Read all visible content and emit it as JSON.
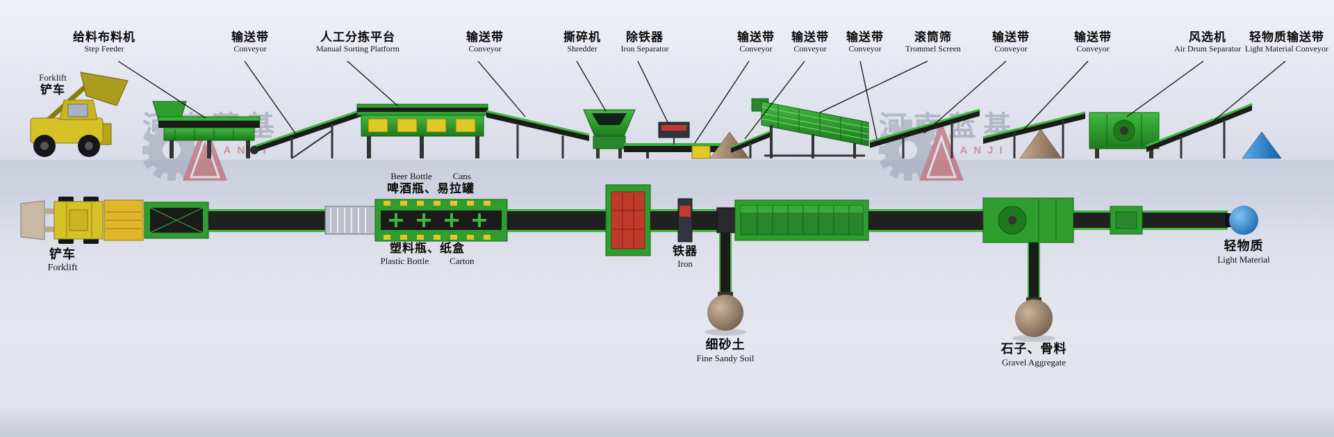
{
  "watermark": {
    "cn": "河南蓝基",
    "en": "HENANLANJI"
  },
  "callouts": [
    {
      "cn": "给料布料机",
      "en": "Step Feeder"
    },
    {
      "cn": "输送带",
      "en": "Conveyor"
    },
    {
      "cn": "人工分拣平台",
      "en": "Manual Sorting Platform"
    },
    {
      "cn": "输送带",
      "en": "Conveyor"
    },
    {
      "cn": "撕碎机",
      "en": "Shredder"
    },
    {
      "cn": "除铁器",
      "en": "Iron Separator"
    },
    {
      "cn": "输送带",
      "en": "Conveyor"
    },
    {
      "cn": "输送带",
      "en": "Conveyor"
    },
    {
      "cn": "输送带",
      "en": "Conveyor"
    },
    {
      "cn": "滚筒筛",
      "en": "Trommel Screen"
    },
    {
      "cn": "输送带",
      "en": "Conveyor"
    },
    {
      "cn": "输送带",
      "en": "Conveyor"
    },
    {
      "cn": "风选机",
      "en": "Air Drum Separator"
    },
    {
      "cn": "轻物质输送带",
      "en": "Light Material Conveyor"
    }
  ],
  "top_labels": {
    "forklift": {
      "en": "Forklift",
      "cn": "铲车"
    }
  },
  "mid_labels": {
    "beer_en_1": "Beer Bottle",
    "beer_en_2": "Cans",
    "beer_cn": "啤酒瓶、易拉罐"
  },
  "bottom_labels": {
    "forklift": {
      "cn": "铲车",
      "en": "Forklift"
    },
    "plastic": {
      "cn": "塑料瓶、纸盒",
      "en1": "Plastic Bottle",
      "en2": "Carton"
    },
    "iron": {
      "cn": "铁器",
      "en": "Iron"
    },
    "sand": {
      "cn": "细砂土",
      "en": "Fine Sandy Soil"
    },
    "gravel": {
      "cn": "石子、骨料",
      "en": "Gravel Aggregate"
    },
    "light": {
      "cn": "轻物质",
      "en": "Light Material"
    }
  },
  "colors": {
    "machine_green": "#2f9e2f",
    "belt_dark": "#1b1b1b",
    "accent_red": "#c23b2e",
    "forklift_yellow": "#d6c128",
    "pile_brown": "#8a6f56",
    "light_material_blue": "#1f78c8"
  }
}
